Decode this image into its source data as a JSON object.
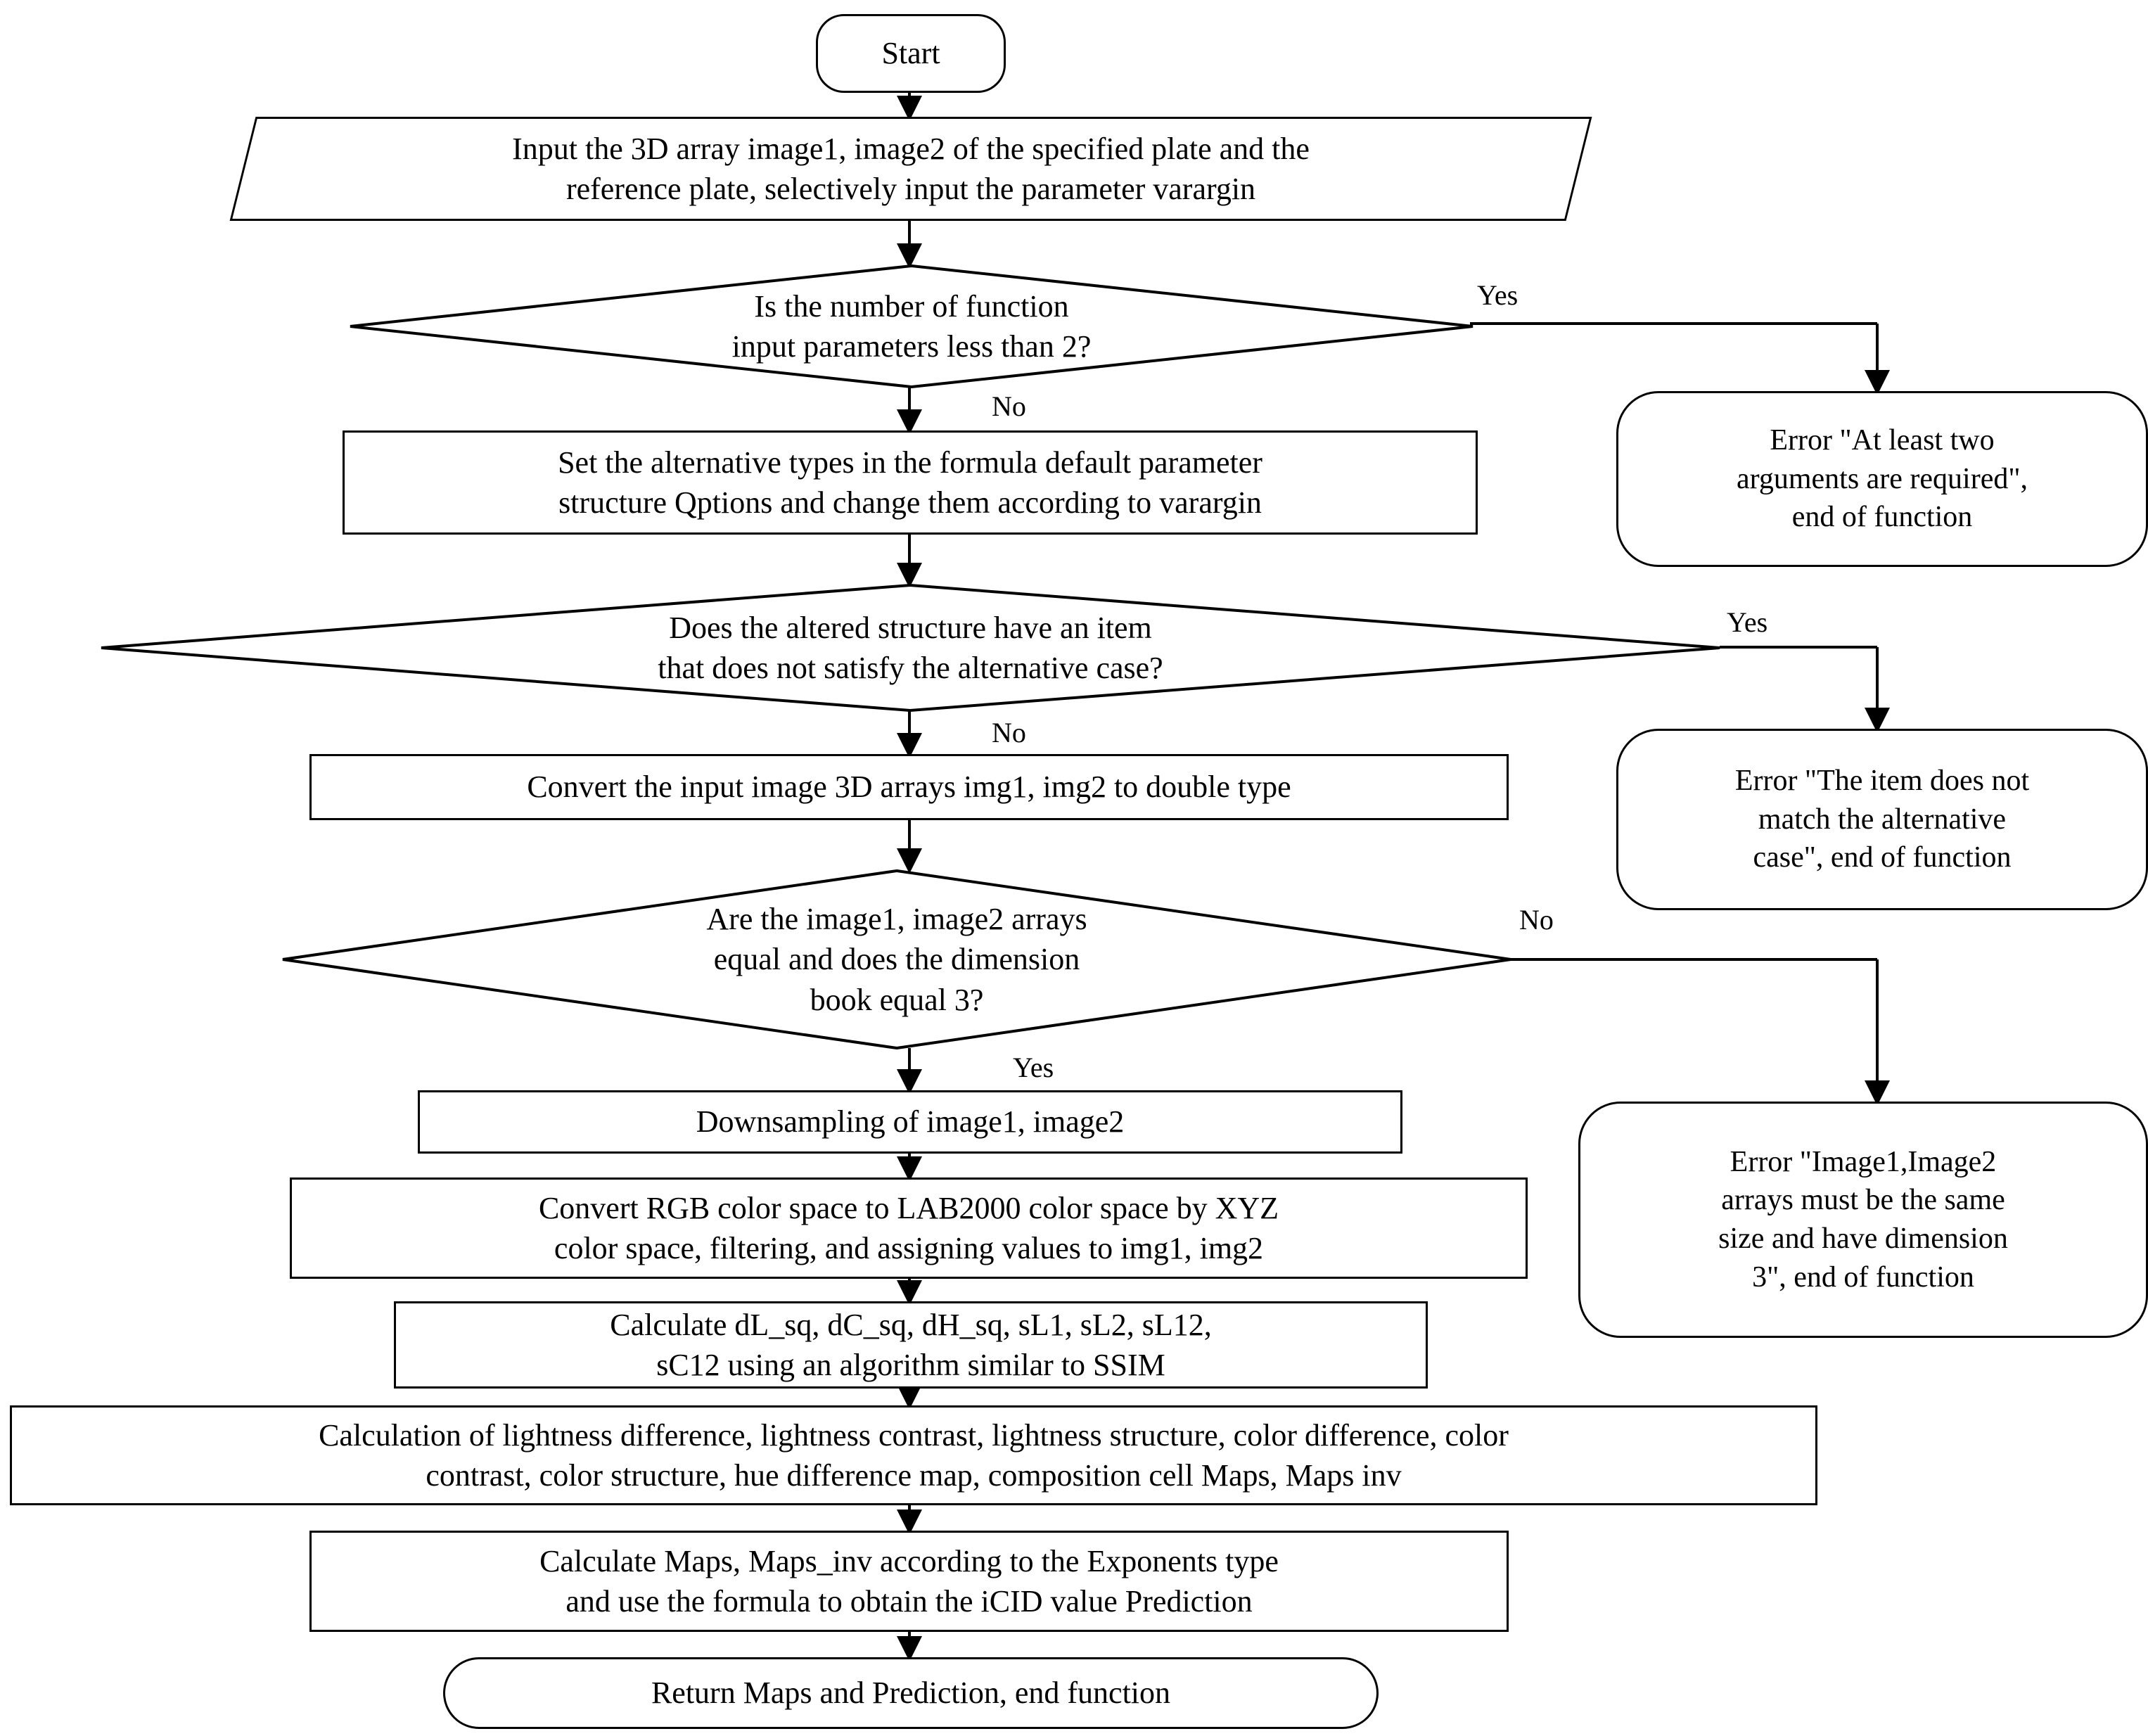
{
  "diagram": {
    "title": "iCID computation flowchart",
    "line_color": "#000000",
    "fill_color": "#ffffff",
    "nodes": {
      "start": {
        "label": "Start",
        "shape": "terminator"
      },
      "input": {
        "label": "Input the 3D array image1, image2  of the specified plate and the\nreference plate, selectively  input the parameter varargin",
        "shape": "parallelogram"
      },
      "decision1": {
        "label": "Is the number of function\ninput parameters less than 2?",
        "shape": "decision"
      },
      "error1": {
        "label": "Error \"At least two\narguments are required\",\nend of function",
        "shape": "terminator"
      },
      "setOptions": {
        "label": "Set the alternative types in the formula  default parameter\nstructure Qptions and change them according to varargin",
        "shape": "process"
      },
      "decision2": {
        "label": "Does the altered structure have an item\nthat does not satisfy the alternative  case?",
        "shape": "decision"
      },
      "error2": {
        "label": "Error \"The item  does not\nmatch the alternative\ncase\", end of function",
        "shape": "terminator"
      },
      "convertDouble": {
        "label": "Convert the input image  3D arrays img1,  img2  to double type",
        "shape": "process"
      },
      "decision3": {
        "label": "Are the image1,  image2  arrays\nequal and does the dimension\nbook equal 3?",
        "shape": "decision"
      },
      "error3": {
        "label": "Error \"Image1,Image2\narrays must be the same\nsize and have dimension\n3\", end of function",
        "shape": "terminator"
      },
      "downsample": {
        "label": "Downsampling  of image1,  image2",
        "shape": "process"
      },
      "convertLab": {
        "label": "Convert RGB color space to LAB2000  color space by XYZ\ncolor space, filtering,  and assigning  values  to img1,  img2",
        "shape": "process"
      },
      "calcSq": {
        "label": "Calculate  dL_sq, dC_sq, dH_sq, sL1, sL2, sL12,\nsC12 using an algorithm  similar  to SSIM",
        "shape": "process"
      },
      "calcMaps": {
        "label": "Calculation  of lightness  difference, lightness contrast, lightness  structure, color difference,  color\ncontrast, color structure, hue difference map, composition cell Maps, Maps  inv",
        "shape": "process"
      },
      "exponents": {
        "label": "Calculate  Maps, Maps_inv according to the Exponents type\nand use the formula  to obtain the iCID value  Prediction",
        "shape": "process"
      },
      "return": {
        "label": "Return Maps and Prediction, end function",
        "shape": "terminator"
      }
    },
    "edge_labels": {
      "d1_yes": "Yes",
      "d1_no": "No",
      "d2_yes": "Yes",
      "d2_no": "No",
      "d3_no": "No",
      "d3_yes": "Yes"
    }
  }
}
